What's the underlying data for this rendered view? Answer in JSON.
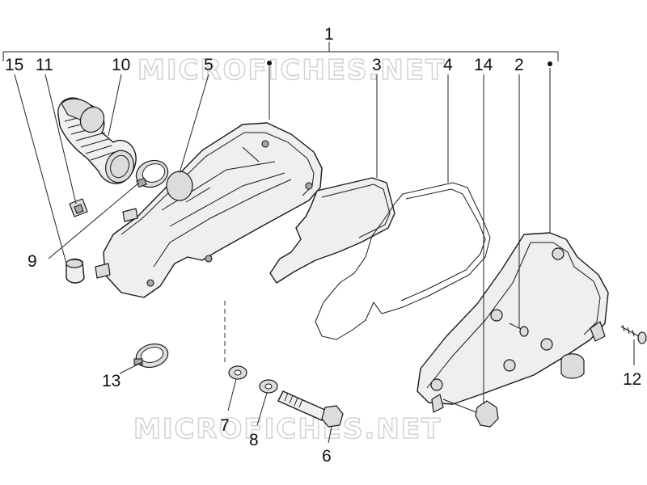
{
  "watermark": {
    "top": "MICROFICHES.NET",
    "bottom": "MICROFICHES.NET"
  },
  "callouts": {
    "n1": "1",
    "n2": "2",
    "n3": "3",
    "n4": "4",
    "n5": "5",
    "n6": "6",
    "n7": "7",
    "n8": "8",
    "n9": "9",
    "n10": "10",
    "n11": "11",
    "n12": "12",
    "n13": "13",
    "n14": "14",
    "n15": "15"
  }
}
